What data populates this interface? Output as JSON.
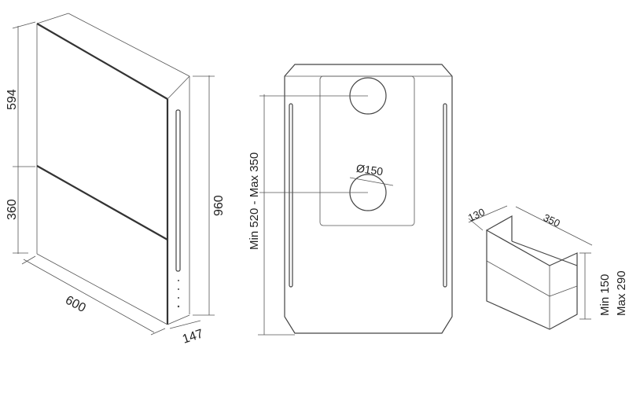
{
  "hood": {
    "dim_upper": "594",
    "dim_lower": "360",
    "dim_height": "960",
    "dim_width": "600",
    "dim_depth": "147"
  },
  "front_view": {
    "dim_height_range": "Min 520 - Max 350",
    "dim_diameter": "Ø150"
  },
  "chimney": {
    "dim_depth": "130",
    "dim_width": "350",
    "dim_height_min": "Min 150",
    "dim_height_max": "Max 290"
  }
}
